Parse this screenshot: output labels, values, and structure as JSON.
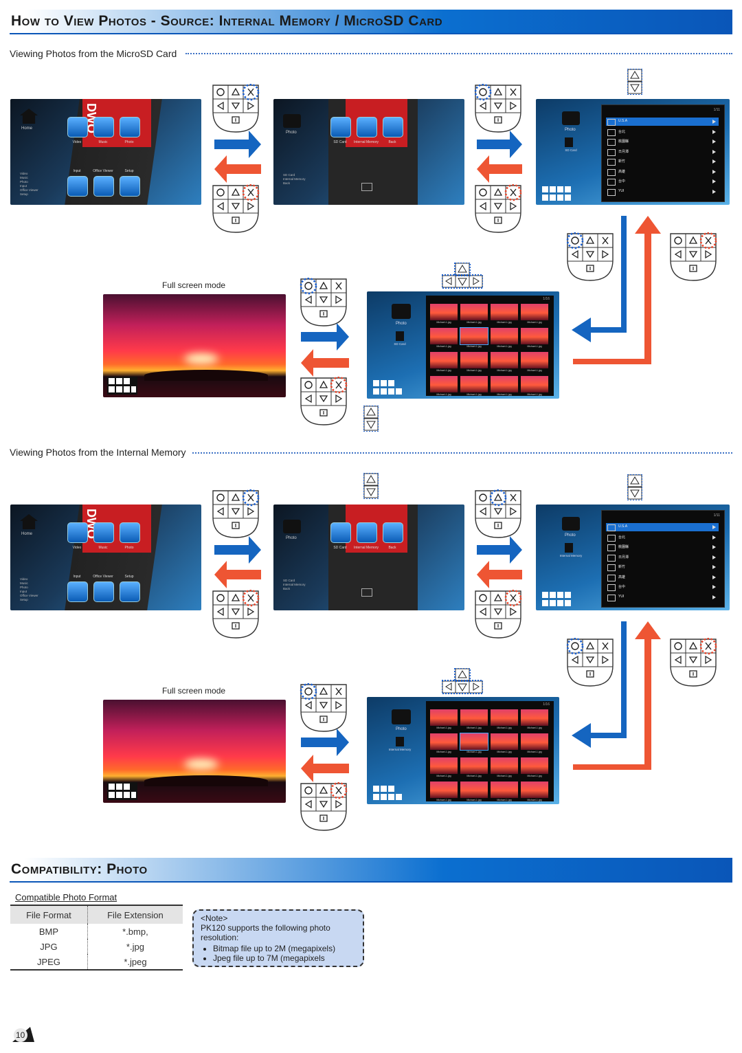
{
  "header": {
    "title": "How to View Photos - Source: Internal Memory / MicroSD Card"
  },
  "section1": {
    "heading": "Viewing Photos from the MicroSD Card",
    "fullscreen_label": "Full screen mode"
  },
  "section2": {
    "heading": "Viewing Photos from the Internal Memory",
    "fullscreen_label": "Full screen mode"
  },
  "home_menu": {
    "home_label": "Home",
    "items": [
      "Video",
      "Music",
      "Photo",
      "Input",
      "Office Viewer",
      "Setup"
    ],
    "legend": [
      "Video",
      "Music",
      "Photo",
      "Input",
      "Office Viewer",
      "Setup"
    ],
    "brand": "DWO"
  },
  "source_menu": {
    "photo_label": "Photo",
    "items": [
      "SD Card",
      "Internal Memory",
      "Back"
    ],
    "legend": [
      "SD Card",
      "Internal Memory",
      "Back"
    ]
  },
  "folder_list": {
    "photo_label": "Photo",
    "sd_label": "SD Card",
    "internal_label": "Internal Memory",
    "page": "1/11",
    "folders": [
      "U.S.A",
      "台北",
      "桃園縣",
      "日月潭",
      "新竹",
      "高雄",
      "台中",
      "YUI"
    ]
  },
  "thumbnails": {
    "photo_label": "Photo",
    "sd_label": "SD Card",
    "internal_label": "Internal Memory",
    "page": "1/16",
    "file_name": "Michael-1.jpg"
  },
  "compat": {
    "heading": "Compatibility: Photo",
    "subheading": "Compatible Photo Format",
    "col_format": "File Format",
    "col_ext": "File Extension",
    "rows": [
      {
        "format": "BMP",
        "ext": "*.bmp,"
      },
      {
        "format": "JPG",
        "ext": "*.jpg"
      },
      {
        "format": "JPEG",
        "ext": "*.jpeg"
      }
    ]
  },
  "note": {
    "title": "<Note>",
    "text": "PK120 supports the following photo resolution:",
    "bullets": [
      "Bitmap file up to 2M (megapixels)",
      "Jpeg file up to 7M (megapixels"
    ]
  },
  "page_number": "10",
  "colors": {
    "blue_arrow": "#1565c0",
    "red_arrow": "#ee5533",
    "title_blue": "#0a56b8",
    "note_bg": "#c8d8f2"
  }
}
